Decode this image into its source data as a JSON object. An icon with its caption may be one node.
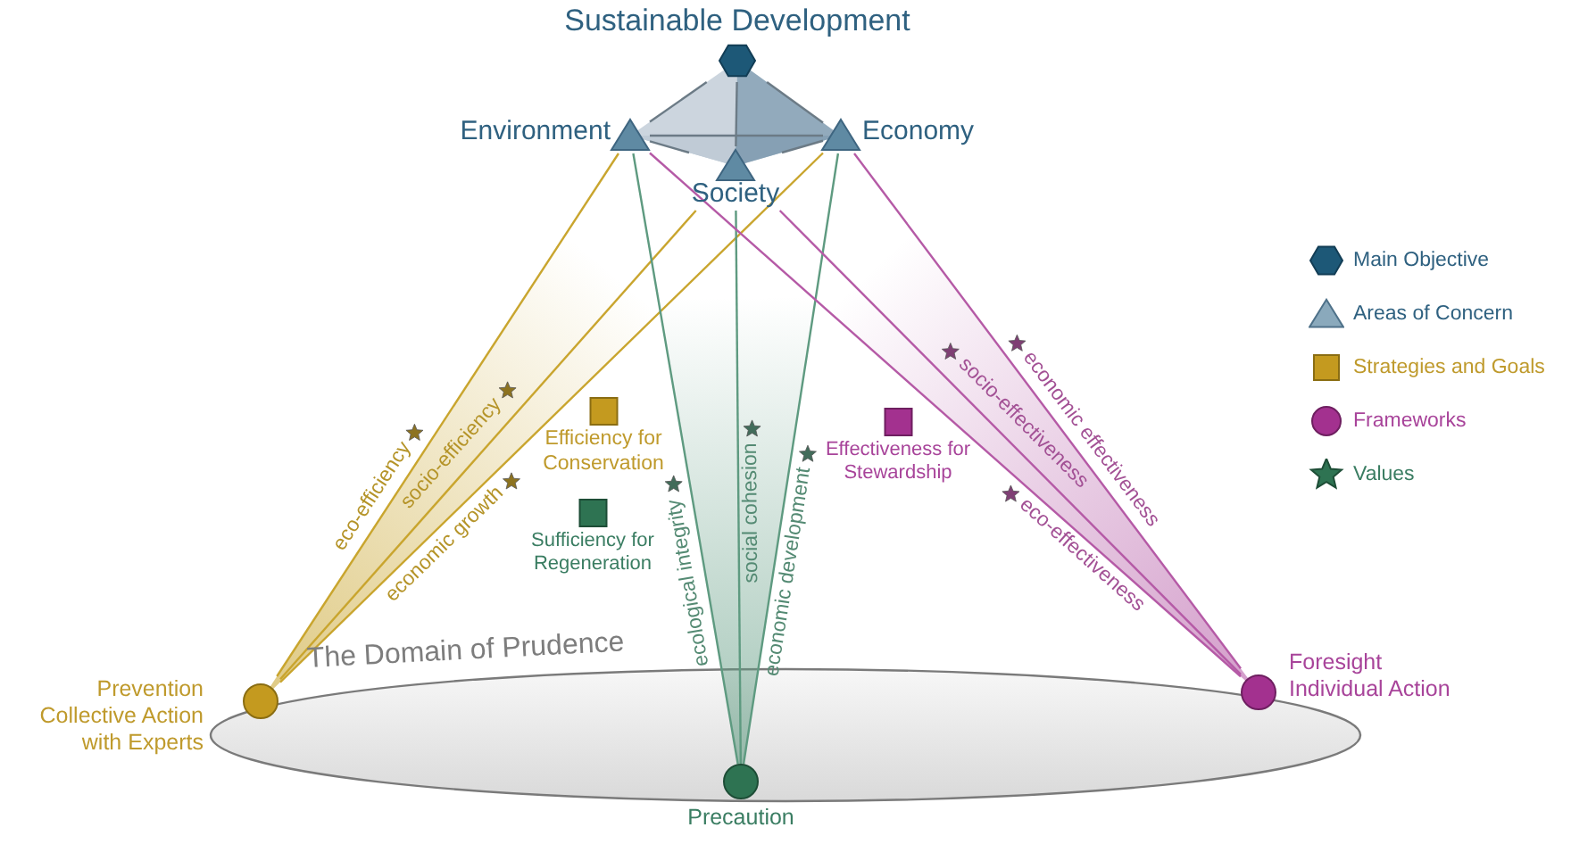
{
  "diagram": {
    "nodes": [
      {
        "text": [
          "Sustainable Development"
        ]
      },
      {
        "text": [
          "Environment"
        ]
      },
      {
        "text": [
          "Economy"
        ]
      },
      {
        "text": [
          "Society"
        ]
      },
      {
        "text": [
          "Efficiency for Conservation"
        ]
      },
      {
        "text": [
          "Sufficiency for Regeneration"
        ]
      },
      {
        "text": [
          "Effectiveness for Stewardship"
        ]
      },
      {
        "text": [
          "Prevention",
          "Collective Action with Experts"
        ]
      },
      {
        "text": [
          "Foresight",
          "Individual Action"
        ]
      },
      {
        "text": [
          "Precaution"
        ]
      }
    ],
    "edges": [
      {
        "from": 0,
        "to": 1,
        "arrow": "none",
        "color": "#6c7b86"
      },
      {
        "from": 0,
        "to": 2,
        "arrow": "none",
        "color": "#6c7b86"
      },
      {
        "from": 0,
        "to": 3,
        "arrow": "none",
        "color": "#6c7b86"
      },
      {
        "from": 1,
        "to": 3,
        "arrow": "none",
        "color": "#6c7b86"
      },
      {
        "from": 3,
        "to": 2,
        "arrow": "none",
        "color": "#6c7b86"
      },
      {
        "from": 1,
        "to": 2,
        "arrow": "none",
        "color": "#6c7b86"
      },
      {
        "from": 1,
        "to": 7,
        "label": "eco-efficiency",
        "arrow": "none",
        "color": "#c9a52e"
      },
      {
        "from": 3,
        "to": 7,
        "label": "socio-efficiency",
        "arrow": "none",
        "color": "#c9a52e"
      },
      {
        "from": 2,
        "to": 7,
        "label": "economic growth",
        "arrow": "none",
        "color": "#c9a52e"
      },
      {
        "from": 1,
        "to": 9,
        "label": "ecological integrity",
        "arrow": "none",
        "color": "#5e9a80"
      },
      {
        "from": 3,
        "to": 9,
        "label": "social cohesion",
        "arrow": "none",
        "color": "#5e9a80"
      },
      {
        "from": 2,
        "to": 9,
        "label": "economic development",
        "arrow": "none",
        "color": "#5e9a80"
      },
      {
        "from": 1,
        "to": 8,
        "label": "eco-effectiveness",
        "arrow": "none",
        "color": "#b55aa6"
      },
      {
        "from": 3,
        "to": 8,
        "label": "socio-effectiveness",
        "arrow": "none",
        "color": "#b55aa6"
      },
      {
        "from": 2,
        "to": 8,
        "label": "economic effectiveness",
        "arrow": "none",
        "color": "#b55aa6"
      }
    ],
    "labels": [
      "The Domain of Prudence"
    ],
    "legend": [
      {
        "text": "Main Objective"
      },
      {
        "text": "Areas of Concern"
      },
      {
        "text": "Strategies and Goals"
      },
      {
        "text": "Frameworks"
      },
      {
        "text": "Values"
      }
    ]
  }
}
